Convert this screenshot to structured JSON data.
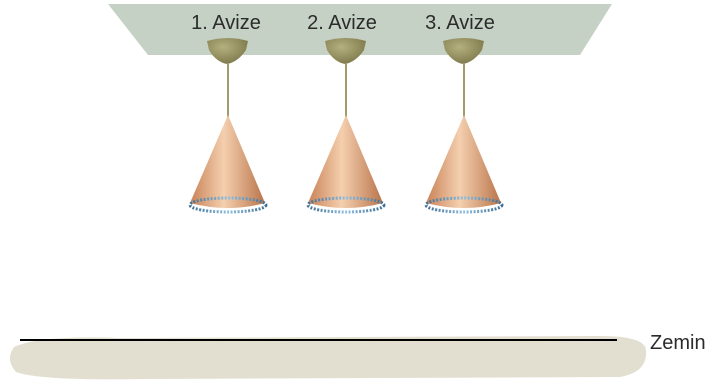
{
  "chandeliers": [
    {
      "label": "1. Avize"
    },
    {
      "label": "2. Avize"
    },
    {
      "label": "3. Avize"
    }
  ],
  "floor": {
    "label": "Zemin"
  },
  "colors": {
    "ceiling": "#c6d1c5",
    "canopy": "#8b8659",
    "cord": "#a49b6c",
    "shade_light": "#f3c9a4",
    "shade_dark": "#c07a4f",
    "rim": "#5b8fb8",
    "floor_line": "#000000",
    "ground": "#e2dfd1"
  }
}
